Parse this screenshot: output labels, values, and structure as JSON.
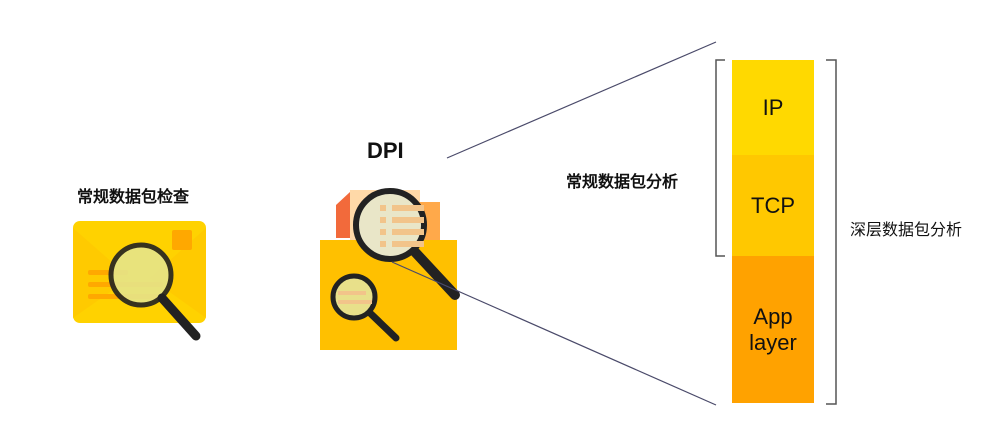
{
  "left_icon": {
    "label": "常规数据包检查"
  },
  "center_icon": {
    "label": "DPI"
  },
  "stack": {
    "layers": [
      {
        "label": "IP",
        "color": "#FFD900"
      },
      {
        "label": "TCP",
        "color": "#FFC800"
      },
      {
        "label": "App\nlayer",
        "color": "#FFA200"
      }
    ],
    "left_bracket_label": "常规数据包分析",
    "right_bracket_label": "深层数据包分析"
  }
}
